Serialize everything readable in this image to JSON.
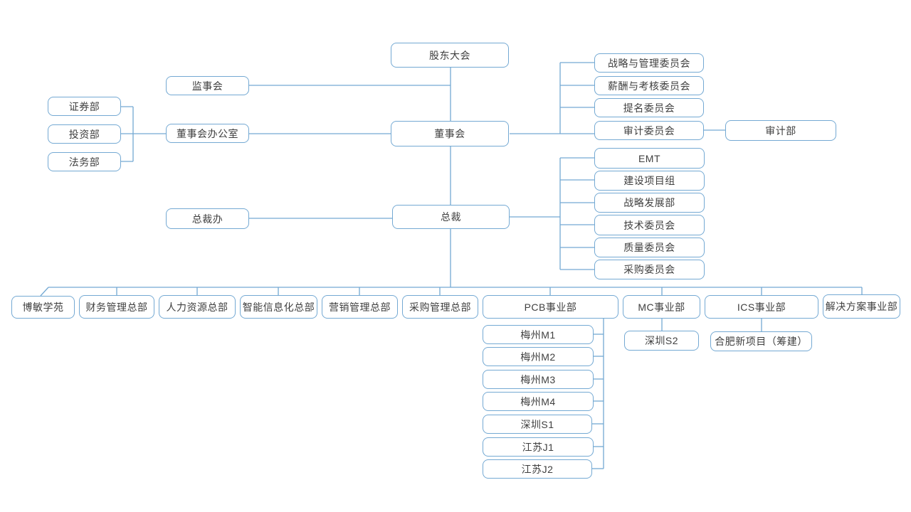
{
  "diagram": {
    "type": "org-chart",
    "colors": {
      "line-color": "#74a9d3",
      "text-color": "#3f3f3f",
      "background": "#ffffff"
    }
  },
  "nodes": {
    "shareholders_meeting": "股东大会",
    "supervisory_board": "监事会",
    "securities_dept": "证券部",
    "investment_dept": "投资部",
    "legal_dept": "法务部",
    "board_office": "董事会办公室",
    "board": "董事会",
    "strategy_mgmt_committee": "战略与管理委员会",
    "compensation_committee": "薪酬与考核委员会",
    "nomination_committee": "提名委员会",
    "audit_committee": "审计委员会",
    "audit_dept": "审计部",
    "president_office": "总裁办",
    "president": "总裁",
    "emt": "EMT",
    "construction_project_group": "建设项目组",
    "strategy_dev_dept": "战略发展部",
    "tech_committee": "技术委员会",
    "quality_committee": "质量委员会",
    "procurement_committee": "采购委员会",
    "bomin_academy": "博敏学苑",
    "finance_hq": "财务管理总部",
    "hr_hq": "人力资源总部",
    "intelligent_info_hq": "智能信息化总部",
    "marketing_hq": "营销管理总部",
    "procurement_hq": "采购管理总部",
    "pcb_division": "PCB事业部",
    "mc_division": "MC事业部",
    "ics_division": "ICS事业部",
    "solutions_division": "解决方案事业部",
    "meizhou_m1": "梅州M1",
    "meizhou_m2": "梅州M2",
    "meizhou_m3": "梅州M3",
    "meizhou_m4": "梅州M4",
    "shenzhen_s1": "深圳S1",
    "jiangsu_j1": "江苏J1",
    "jiangsu_j2": "江苏J2",
    "shenzhen_s2": "深圳S2",
    "hefei_new_project": "合肥新项目（筹建）"
  },
  "edges": [
    [
      "shareholders_meeting",
      "board"
    ],
    [
      "supervisory_board",
      "shareholders_meeting"
    ],
    [
      "board",
      "president"
    ],
    [
      "board",
      "strategy_mgmt_committee"
    ],
    [
      "board",
      "compensation_committee"
    ],
    [
      "board",
      "nomination_committee"
    ],
    [
      "board",
      "audit_committee"
    ],
    [
      "audit_committee",
      "audit_dept"
    ],
    [
      "board_office",
      "board"
    ],
    [
      "securities_dept",
      "board_office"
    ],
    [
      "investment_dept",
      "board_office"
    ],
    [
      "legal_dept",
      "board_office"
    ],
    [
      "president_office",
      "president"
    ],
    [
      "president",
      "emt"
    ],
    [
      "president",
      "construction_project_group"
    ],
    [
      "president",
      "strategy_dev_dept"
    ],
    [
      "president",
      "tech_committee"
    ],
    [
      "president",
      "quality_committee"
    ],
    [
      "president",
      "procurement_committee"
    ],
    [
      "president",
      "bomin_academy"
    ],
    [
      "president",
      "finance_hq"
    ],
    [
      "president",
      "hr_hq"
    ],
    [
      "president",
      "intelligent_info_hq"
    ],
    [
      "president",
      "marketing_hq"
    ],
    [
      "president",
      "procurement_hq"
    ],
    [
      "president",
      "pcb_division"
    ],
    [
      "president",
      "mc_division"
    ],
    [
      "president",
      "ics_division"
    ],
    [
      "president",
      "solutions_division"
    ],
    [
      "pcb_division",
      "meizhou_m1"
    ],
    [
      "pcb_division",
      "meizhou_m2"
    ],
    [
      "pcb_division",
      "meizhou_m3"
    ],
    [
      "pcb_division",
      "meizhou_m4"
    ],
    [
      "pcb_division",
      "shenzhen_s1"
    ],
    [
      "pcb_division",
      "jiangsu_j1"
    ],
    [
      "pcb_division",
      "jiangsu_j2"
    ],
    [
      "mc_division",
      "shenzhen_s2"
    ],
    [
      "ics_division",
      "hefei_new_project"
    ]
  ]
}
